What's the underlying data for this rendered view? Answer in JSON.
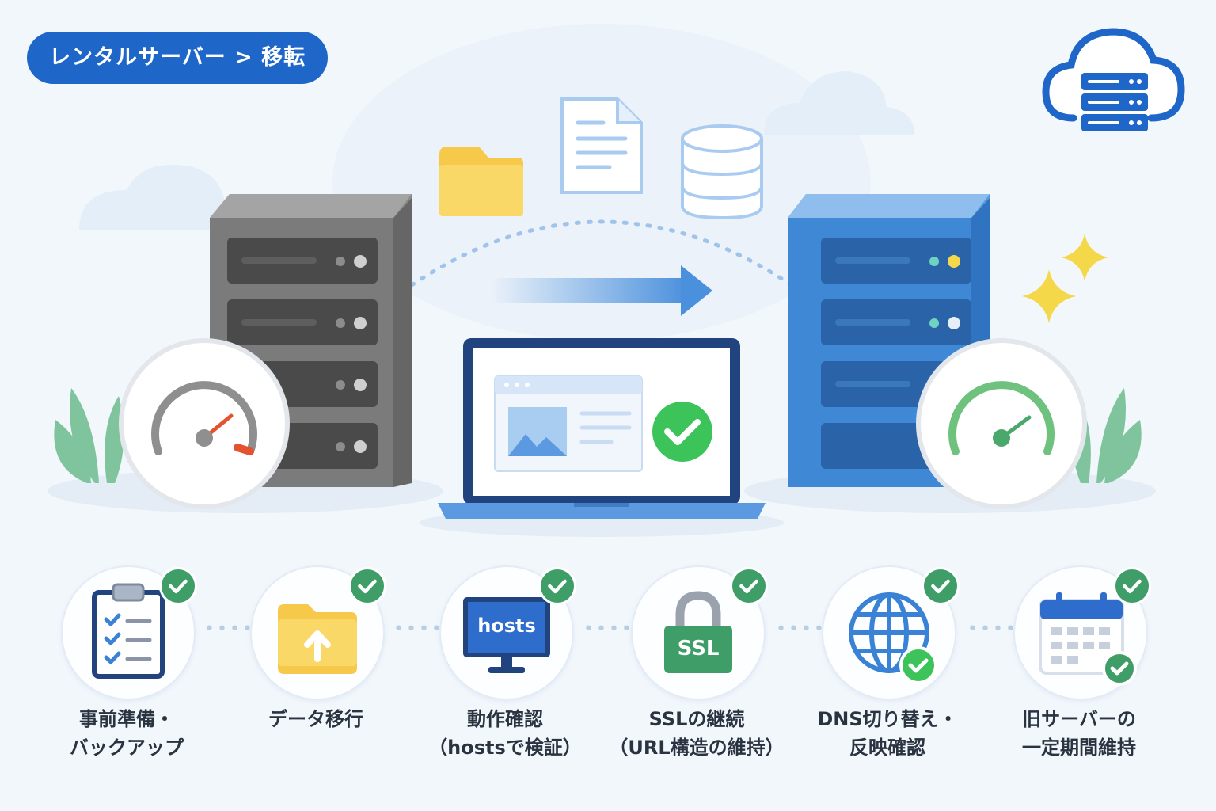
{
  "header": {
    "breadcrumb": "レンタルサーバー > 移転"
  },
  "screen": {
    "hosts_label": "hosts",
    "ssl_label": "SSL"
  },
  "steps": [
    {
      "line1": "事前準備・",
      "line2": "バックアップ",
      "icon": "checklist-clipboard-icon"
    },
    {
      "line1": "データ移行",
      "line2": "",
      "icon": "folder-upload-icon"
    },
    {
      "line1": "動作確認",
      "line2": "（hostsで検証）",
      "icon": "hosts-monitor-icon"
    },
    {
      "line1": "SSLの継続",
      "line2": "（URL構造の維持）",
      "icon": "ssl-lock-icon"
    },
    {
      "line1": "DNS切り替え・",
      "line2": "反映確認",
      "icon": "globe-check-icon"
    },
    {
      "line1": "旧サーバーの",
      "line2": "一定期間維持",
      "icon": "calendar-check-icon"
    }
  ],
  "colors": {
    "primary_blue": "#1f66c9",
    "old_server": "#7b7b7b",
    "new_server": "#3f88d6",
    "check_green": "#3f9e68",
    "laptop_check": "#3cc35a",
    "sparkle": "#f5d84a"
  }
}
